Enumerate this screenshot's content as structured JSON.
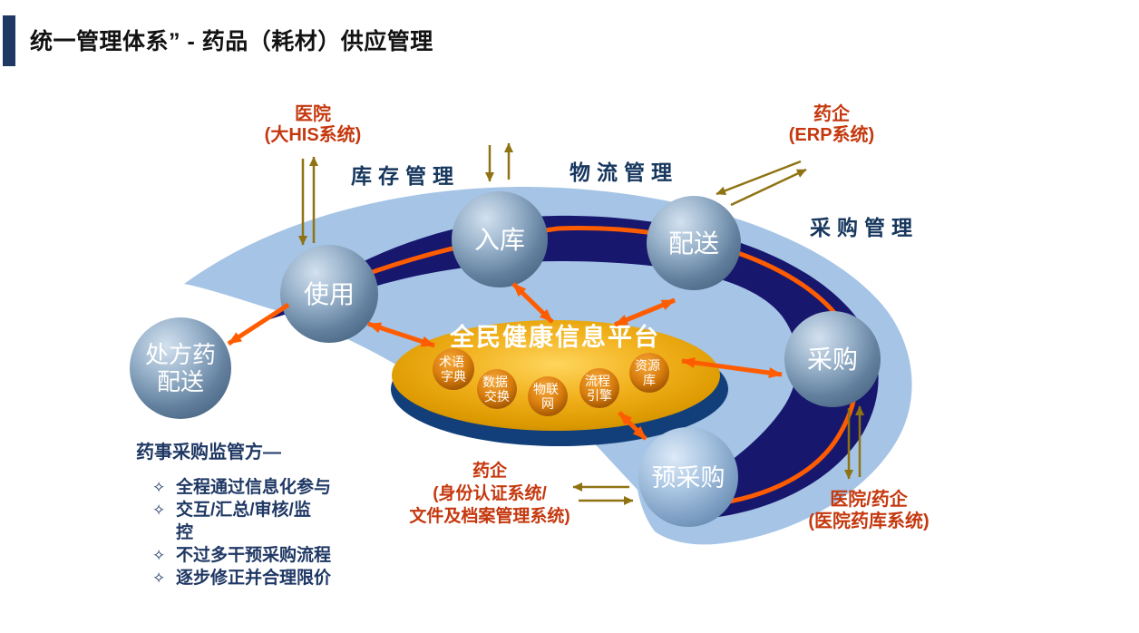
{
  "slide": {
    "title": "统一管理体系” - 药品（耗材）供应管理"
  },
  "ring_labels": {
    "inventory": "库存管理",
    "logistics": "物流管理",
    "procurement": "采购管理"
  },
  "nodes": {
    "inbound": "入库",
    "delivery": "配送",
    "usage": "使用",
    "purchase": "采购",
    "pre_purchase": "预采购",
    "rx_line1": "处方药",
    "rx_line2": "配送"
  },
  "platform": {
    "title": "全民健康信息平台",
    "components": [
      {
        "l1": "术语",
        "l2": "字典"
      },
      {
        "l1": "数据",
        "l2": "交换"
      },
      {
        "l1": "物联",
        "l2": "网"
      },
      {
        "l1": "流程",
        "l2": "引擎"
      },
      {
        "l1": "资源",
        "l2": "库"
      }
    ]
  },
  "external": {
    "his": {
      "l1": "医院",
      "l2": "(大HIS系统)"
    },
    "erp": {
      "l1": "药企",
      "l2": "(ERP系统)"
    },
    "auth": {
      "l1": "药企",
      "l2": "(身份认证系统/",
      "l3": "文件及档案管理系统)"
    },
    "store": {
      "l1": "医院/药企",
      "l2": "(医院药库系统)"
    }
  },
  "supervision": {
    "heading": "药事采购监管方—",
    "bullet": "✧",
    "items": [
      {
        "lines": [
          "全程通过信息化参与"
        ]
      },
      {
        "lines": [
          "交互/汇总/审核/监",
          "控"
        ]
      },
      {
        "lines": [
          "不过多干预采购流程"
        ]
      },
      {
        "lines": [
          "逐步修正并合理限价"
        ]
      }
    ]
  },
  "colors": {
    "accent_red": "#c5380e",
    "navy_text": "#1f3864",
    "band_light_blue": "#a5c4e6",
    "band_navy": "#17176e",
    "stripe_orange": "#ff5c00",
    "arrow_olive": "#8f7313",
    "platform_gold": "#e8a800",
    "label_navy": "#17375e"
  }
}
